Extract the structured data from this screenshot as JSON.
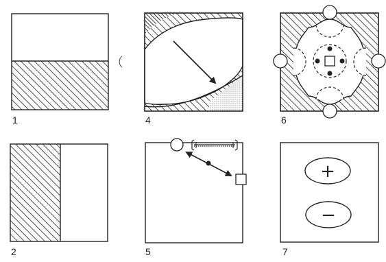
{
  "panels": [
    {
      "id": "p1",
      "label": "1"
    },
    {
      "id": "p2",
      "label": "2"
    },
    {
      "id": "p4",
      "label": "4"
    },
    {
      "id": "p5",
      "label": "5"
    },
    {
      "id": "p6",
      "label": "6"
    },
    {
      "id": "p7",
      "label": "7"
    }
  ],
  "symbols": {
    "plus": "+",
    "minus": "−"
  },
  "colors": {
    "ink": "#222222",
    "paper": "#ffffff",
    "stipple": "#9a9a9a"
  }
}
